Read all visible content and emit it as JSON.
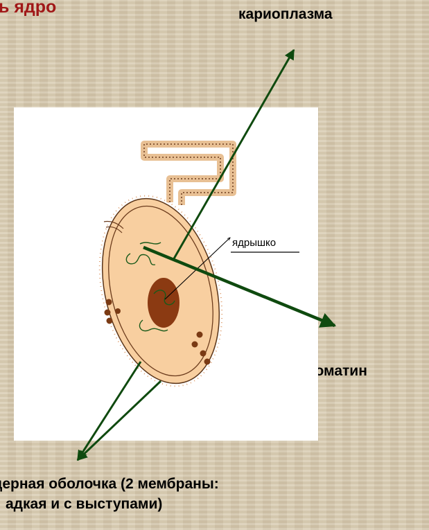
{
  "title": "ь ядро",
  "labels": {
    "karyoplasm": "кариоплазма",
    "chromatin": "хроматин",
    "nucleolus": "ядрышко",
    "envelope_line1": "дерная оболочка (2 мембраны:",
    "envelope_line2": "адкая и  с выступами)"
  },
  "colors": {
    "title": "#a01818",
    "arrow": "#0f4a0f",
    "cytoplasm": "#f8cfa0",
    "nucleolus": "#8b3a12",
    "background": "#d9ccb2"
  }
}
